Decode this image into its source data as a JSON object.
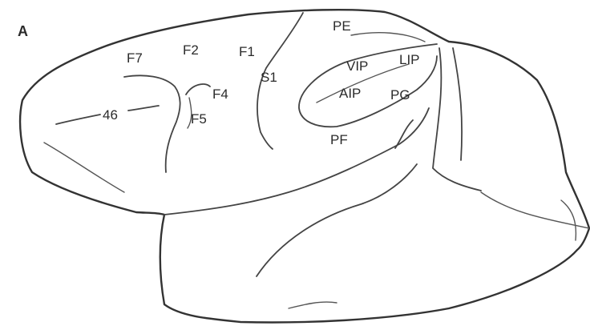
{
  "panel_label": "A",
  "area_labels": {
    "pe": "PE",
    "f7": "F7",
    "f2": "F2",
    "f1": "F1",
    "vip": "VIP",
    "lip": "LIP",
    "s1": "S1",
    "aip": "AIP",
    "f4": "F4",
    "pg": "PG",
    "a46": "46",
    "f5": "F5",
    "pf": "PF"
  }
}
